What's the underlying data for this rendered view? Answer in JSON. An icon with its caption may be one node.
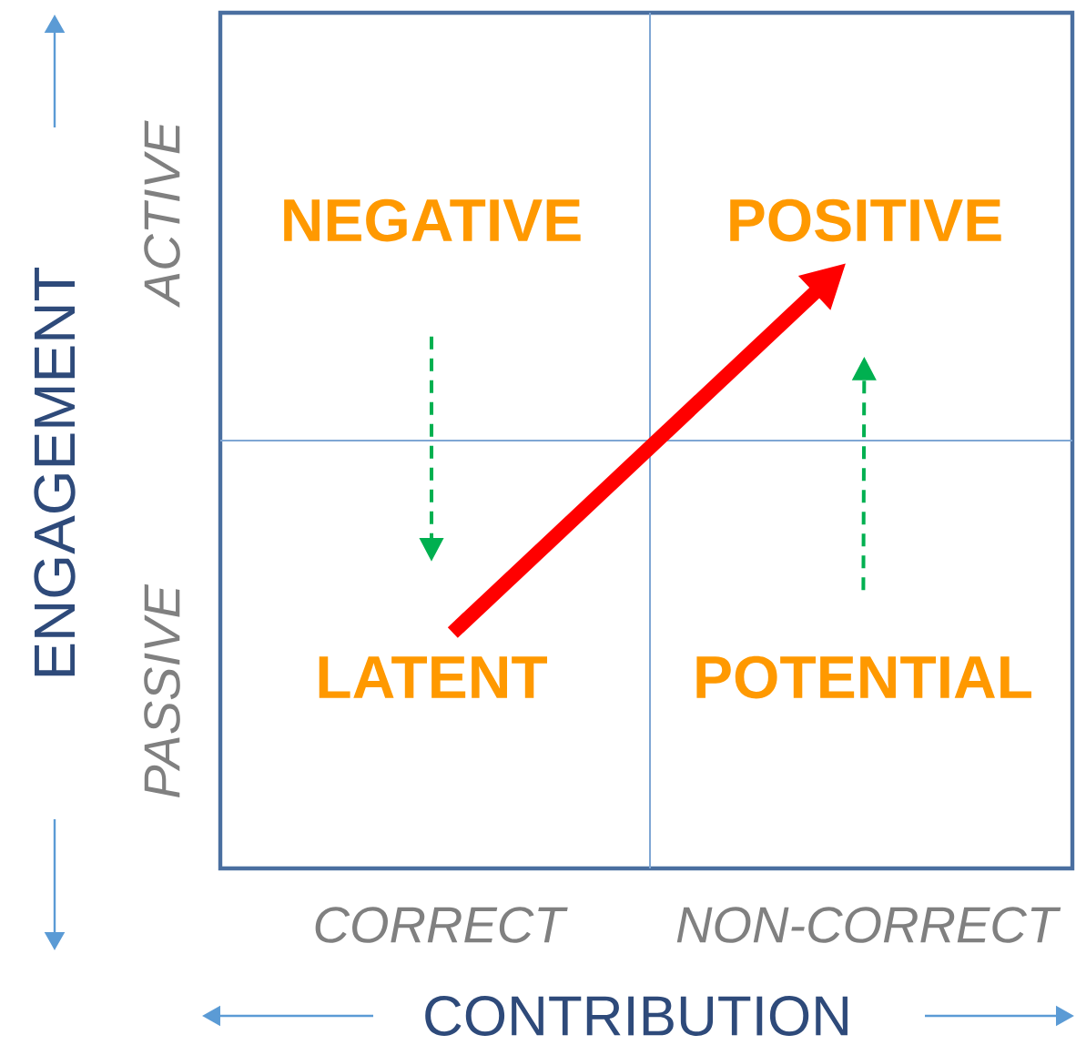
{
  "diagram": {
    "nodes": [
      {
        "text": [
          "NEGATIVE"
        ]
      },
      {
        "text": [
          "POSITIVE"
        ]
      },
      {
        "text": [
          "LATENT"
        ]
      },
      {
        "text": [
          "POTENTIAL"
        ]
      }
    ],
    "edges": [
      {
        "from": 2,
        "to": 1,
        "arrow": "to",
        "style": "thick",
        "color": "#ff0000"
      },
      {
        "from": 0,
        "to": 2,
        "arrow": "to",
        "style": "dashed",
        "color": "#00b050"
      },
      {
        "from": 3,
        "to": 1,
        "arrow": "to",
        "style": "dashed",
        "color": "#00b050"
      }
    ],
    "labels": [
      "ENGAGEMENT",
      "ACTIVE",
      "PASSIVE",
      "CORRECT",
      "NON-CORRECT",
      "CONTRIBUTION"
    ]
  }
}
